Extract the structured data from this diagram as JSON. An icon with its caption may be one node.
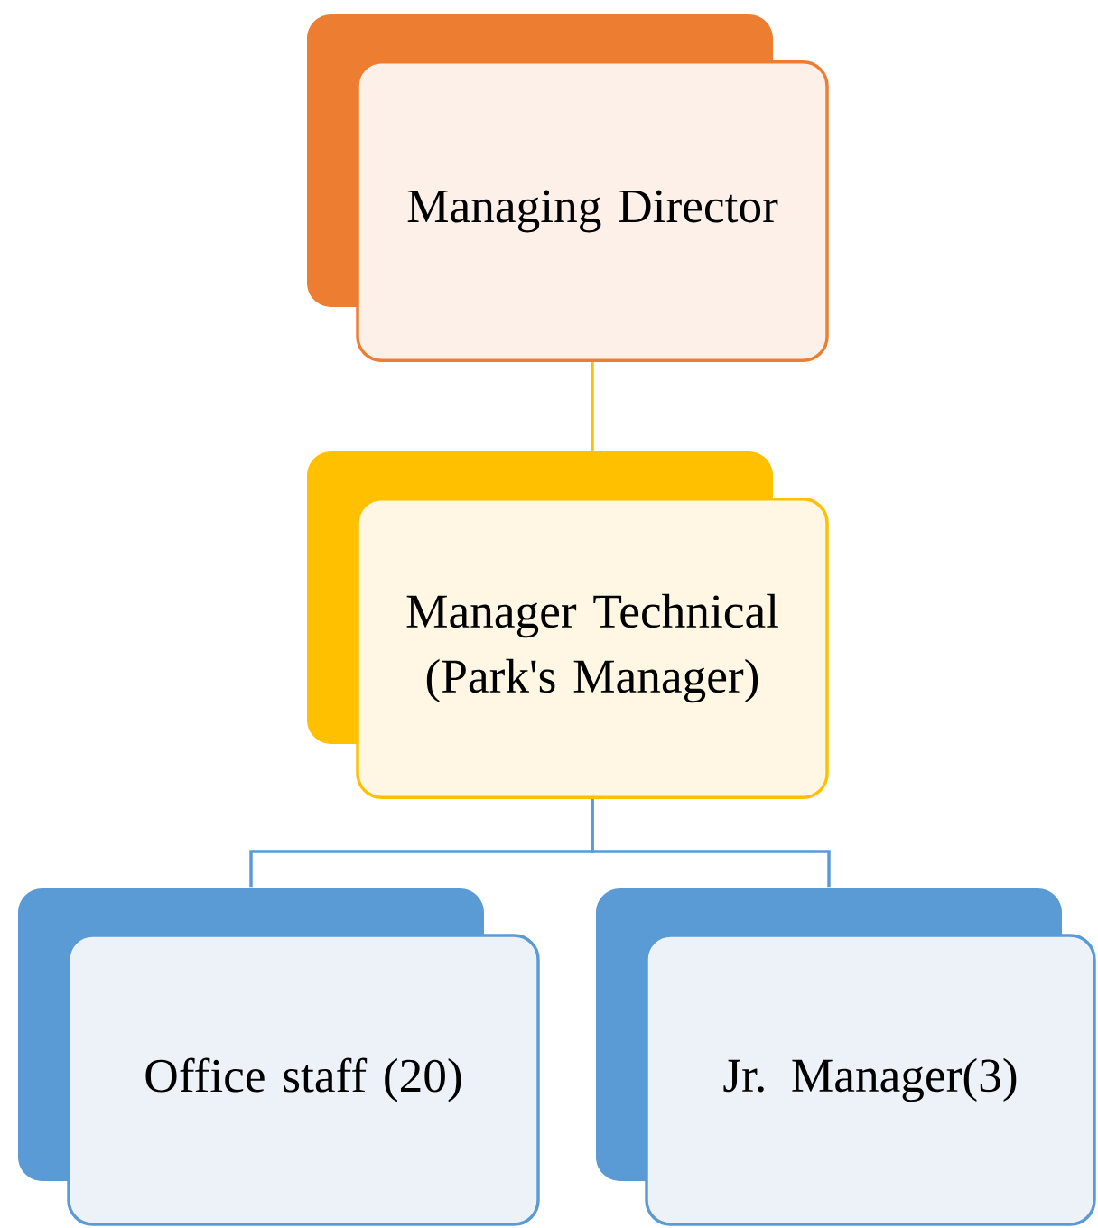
{
  "diagram": {
    "nodes": [
      {
        "text": [
          "Managing Director"
        ]
      },
      {
        "text": [
          "Manager Technical (Park's Manager)"
        ]
      },
      {
        "text": [
          "Office staff (20)"
        ]
      },
      {
        "text": [
          "Jr. Manager(3)"
        ]
      }
    ],
    "edges": [
      {
        "from": 0,
        "to": 1,
        "arrow": "none",
        "color": "#ffc000"
      },
      {
        "from": 1,
        "to": 2,
        "arrow": "none",
        "color": "#5b9bd5"
      },
      {
        "from": 1,
        "to": 3,
        "arrow": "none",
        "color": "#5b9bd5"
      }
    ]
  }
}
